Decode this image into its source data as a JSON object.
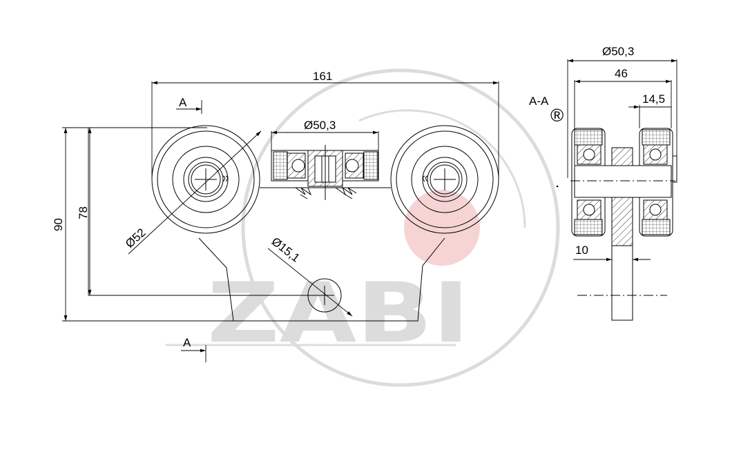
{
  "drawing": {
    "width_161": "161",
    "height_90": "90",
    "height_78": "78",
    "dia_52": "Ø52",
    "dia_15_1": "Ø15,1",
    "dia_50_3_front": "Ø50,3",
    "section_mark_top": "A",
    "section_mark_bottom": "A",
    "section_title": "A-A",
    "side_dia_50_3": "Ø50,3",
    "side_46": "46",
    "side_14_5": "14,5",
    "side_10": "10"
  },
  "watermark": {
    "text": "ZABI",
    "registered": "®"
  },
  "colors": {
    "line": "#000000",
    "watermark": "#dcdcdc",
    "watermark_accent": "#f6d4d4"
  }
}
